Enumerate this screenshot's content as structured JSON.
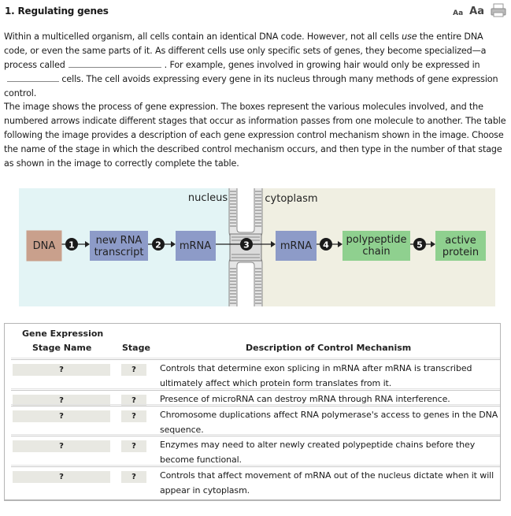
{
  "question": {
    "title": "1.  Regulating genes",
    "tools": {
      "font_small": "Aa",
      "font_large": "Aa",
      "print_icon": "print-icon"
    }
  },
  "intro": {
    "p1_part1": "Within a multicelled organism, all cells contain an identical DNA code. However, not all cells ",
    "p1_emph": "use",
    "p1_part2": " the entire DNA code, or even the same parts of it. As different cells use only specific sets of genes, they become specialized—a process called",
    "p1_part3": ". For example, genes involved in growing hair would only be expressed in",
    "p1_part4": "cells. The cell avoids expressing every gene in its nucleus through many methods of gene expression control.",
    "p2": "The image shows the process of gene expression. The boxes represent the various molecules involved, and the numbered arrows indicate different stages that occur as information passes from one molecule to another. The table following the image provides a description of each gene expression control mechanism shown in the image. Choose the name of the stage in which the described control mechanism occurs, and then type in the number of that stage as shown in the image to correctly complete the table."
  },
  "diagram": {
    "nucleus_label": "nucleus",
    "cytoplasm_label": "cytoplasm",
    "boxes": {
      "dna": "DNA",
      "new_rna_line1": "new RNA",
      "new_rna_line2": "transcript",
      "mrna_nucleus": "mRNA",
      "mrna_cytoplasm": "mRNA",
      "polypeptide_line1": "polypeptide",
      "polypeptide_line2": "chain",
      "active_line1": "active",
      "active_line2": "protein"
    },
    "steps": [
      "1",
      "2",
      "3",
      "4",
      "5"
    ],
    "colors": {
      "nucleus_bg": "#e3f4f5",
      "cytoplasm_bg": "#f0efe2",
      "dna_box": "#c9a08c",
      "rna_box": "#8d9bc8",
      "green_box": "#8fd08f"
    }
  },
  "table": {
    "header_line1": "Gene Expression",
    "header_line2": "Stage Name",
    "header_stage": "Stage",
    "header_desc": "Description of Control Mechanism",
    "rows": [
      {
        "name": "?",
        "stage": "?",
        "desc": "Controls that determine exon splicing in mRNA after mRNA is transcribed ultimately affect which protein form translates from it."
      },
      {
        "name": "?",
        "stage": "?",
        "desc": "Presence of microRNA can destroy mRNA through RNA interference."
      },
      {
        "name": "?",
        "stage": "?",
        "desc": "Chromosome duplications affect RNA polymerase's access to genes in the DNA sequence."
      },
      {
        "name": "?",
        "stage": "?",
        "desc": "Enzymes may need to alter newly created polypeptide chains before they become functional."
      },
      {
        "name": "?",
        "stage": "?",
        "desc": "Controls that affect movement of mRNA out of the nucleus dictate when it will appear in cytoplasm."
      }
    ]
  }
}
